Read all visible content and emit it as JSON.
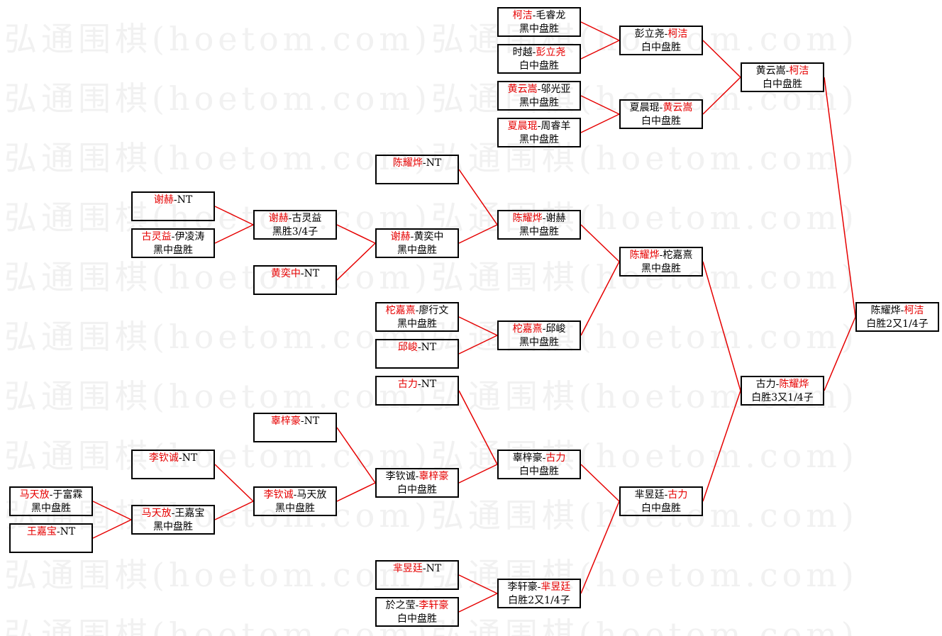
{
  "watermark": "弘通围棋(hoetom.com)",
  "colors": {
    "winner": "#e60000",
    "line": "#e60000",
    "border": "#000000"
  },
  "matches": [
    {
      "id": "r1a",
      "p1": "马天放",
      "p2": "于富霖",
      "winner": 1,
      "result": "黑中盘胜"
    },
    {
      "id": "r1b",
      "p1": "王嘉宝",
      "p2": "NT",
      "winner": 1,
      "result": ""
    },
    {
      "id": "r2a",
      "p1": "谢赫",
      "p2": "NT",
      "winner": 1,
      "result": ""
    },
    {
      "id": "r2b",
      "p1": "古灵益",
      "p2": "伊凌涛",
      "winner": 1,
      "result": "黑中盘胜"
    },
    {
      "id": "r2c",
      "p1": "李钦诚",
      "p2": "NT",
      "winner": 1,
      "result": ""
    },
    {
      "id": "r2d",
      "p1": "马天放",
      "p2": "王嘉宝",
      "winner": 1,
      "result": "黑中盘胜"
    },
    {
      "id": "r3a",
      "p1": "谢赫",
      "p2": "古灵益",
      "winner": 1,
      "result": "黑胜3/4子"
    },
    {
      "id": "r3b",
      "p1": "黄奕中",
      "p2": "NT",
      "winner": 1,
      "result": ""
    },
    {
      "id": "r3c",
      "p1": "辜梓豪",
      "p2": "NT",
      "winner": 1,
      "result": ""
    },
    {
      "id": "r3d",
      "p1": "李钦诚",
      "p2": "马天放",
      "winner": 1,
      "result": "黑中盘胜"
    },
    {
      "id": "r4a",
      "p1": "陈耀烨",
      "p2": "NT",
      "winner": 1,
      "result": ""
    },
    {
      "id": "r4b",
      "p1": "谢赫",
      "p2": "黄奕中",
      "winner": 1,
      "result": "黑中盘胜"
    },
    {
      "id": "r4c",
      "p1": "柁嘉熹",
      "p2": "廖行文",
      "winner": 1,
      "result": "黑中盘胜"
    },
    {
      "id": "r4d",
      "p1": "邱峻",
      "p2": "NT",
      "winner": 1,
      "result": ""
    },
    {
      "id": "r4e",
      "p1": "古力",
      "p2": "NT",
      "winner": 1,
      "result": ""
    },
    {
      "id": "r4f",
      "p1": "李钦诚",
      "p2": "辜梓豪",
      "winner": 2,
      "result": "白中盘胜"
    },
    {
      "id": "r4g",
      "p1": "芈昱廷",
      "p2": "NT",
      "winner": 1,
      "result": ""
    },
    {
      "id": "r4h",
      "p1": "於之莹",
      "p2": "李轩豪",
      "winner": 2,
      "result": "白中盘胜"
    },
    {
      "id": "r5a",
      "p1": "柯洁",
      "p2": "毛睿龙",
      "winner": 1,
      "result": "黑中盘胜"
    },
    {
      "id": "r5b",
      "p1": "时越",
      "p2": "彭立尧",
      "winner": 2,
      "result": "白中盘胜"
    },
    {
      "id": "r5c",
      "p1": "黄云嵩",
      "p2": "邬光亚",
      "winner": 1,
      "result": "黑中盘胜"
    },
    {
      "id": "r5d",
      "p1": "夏晨琨",
      "p2": "周睿羊",
      "winner": 1,
      "result": "黑中盘胜"
    },
    {
      "id": "r5e",
      "p1": "陈耀烨",
      "p2": "谢赫",
      "winner": 1,
      "result": "黑中盘胜"
    },
    {
      "id": "r5f",
      "p1": "柁嘉熹",
      "p2": "邱峻",
      "winner": 1,
      "result": "黑中盘胜"
    },
    {
      "id": "r5g",
      "p1": "辜梓豪",
      "p2": "古力",
      "winner": 2,
      "result": "白中盘胜"
    },
    {
      "id": "r5h",
      "p1": "李轩豪",
      "p2": "芈昱廷",
      "winner": 2,
      "result": "白胜2又1/4子"
    },
    {
      "id": "r6a",
      "p1": "彭立尧",
      "p2": "柯洁",
      "winner": 2,
      "result": "白中盘胜"
    },
    {
      "id": "r6b",
      "p1": "夏晨琨",
      "p2": "黄云嵩",
      "winner": 2,
      "result": "白中盘胜"
    },
    {
      "id": "r6c",
      "p1": "陈耀烨",
      "p2": "柁嘉熹",
      "winner": 1,
      "result": "黑中盘胜"
    },
    {
      "id": "r6d",
      "p1": "芈昱廷",
      "p2": "古力",
      "winner": 2,
      "result": "白中盘胜"
    },
    {
      "id": "r7a",
      "p1": "黄云嵩",
      "p2": "柯洁",
      "winner": 2,
      "result": "白中盘胜"
    },
    {
      "id": "r7b",
      "p1": "古力",
      "p2": "陈耀烨",
      "winner": 2,
      "result": "白胜3又1/4子"
    },
    {
      "id": "r8",
      "p1": "陈耀烨",
      "p2": "柯洁",
      "winner": 2,
      "result": "白胜2又1/4子"
    }
  ],
  "links": [
    [
      "r1a",
      "r2d"
    ],
    [
      "r1b",
      "r2d"
    ],
    [
      "r2a",
      "r3a"
    ],
    [
      "r2b",
      "r3a"
    ],
    [
      "r2c",
      "r3d"
    ],
    [
      "r2d",
      "r3d"
    ],
    [
      "r3a",
      "r4b"
    ],
    [
      "r3b",
      "r4b"
    ],
    [
      "r3c",
      "r4f"
    ],
    [
      "r3d",
      "r4f"
    ],
    [
      "r4a",
      "r5e"
    ],
    [
      "r4b",
      "r5e"
    ],
    [
      "r4c",
      "r5f"
    ],
    [
      "r4d",
      "r5f"
    ],
    [
      "r4e",
      "r5g"
    ],
    [
      "r4f",
      "r5g"
    ],
    [
      "r4g",
      "r5h"
    ],
    [
      "r4h",
      "r5h"
    ],
    [
      "r5a",
      "r6a"
    ],
    [
      "r5b",
      "r6a"
    ],
    [
      "r5c",
      "r6b"
    ],
    [
      "r5d",
      "r6b"
    ],
    [
      "r5e",
      "r6c"
    ],
    [
      "r5f",
      "r6c"
    ],
    [
      "r5g",
      "r6d"
    ],
    [
      "r5h",
      "r6d"
    ],
    [
      "r6a",
      "r7a"
    ],
    [
      "r6b",
      "r7a"
    ],
    [
      "r6c",
      "r7b"
    ],
    [
      "r6d",
      "r7b"
    ],
    [
      "r7a",
      "r8"
    ],
    [
      "r7b",
      "r8"
    ]
  ]
}
